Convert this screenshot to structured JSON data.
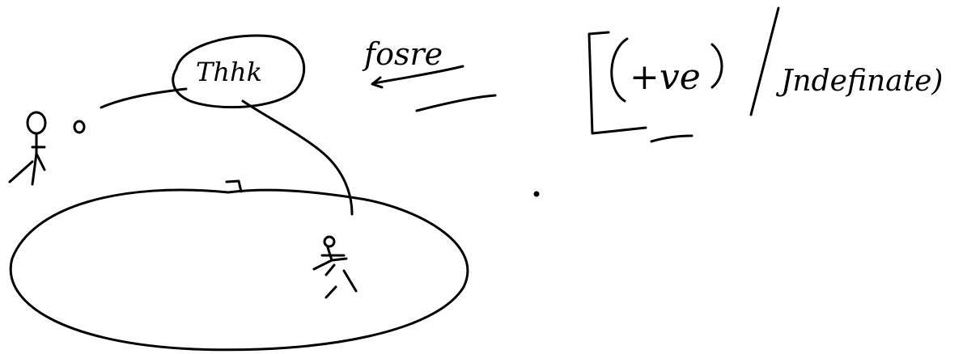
{
  "canvas": {
    "background": "#ffffff",
    "ink_color": "#000000"
  },
  "labels": {
    "think": "Thhk",
    "force": "fosre",
    "ve": "+ve",
    "indefinite": "Jndefinate)"
  }
}
